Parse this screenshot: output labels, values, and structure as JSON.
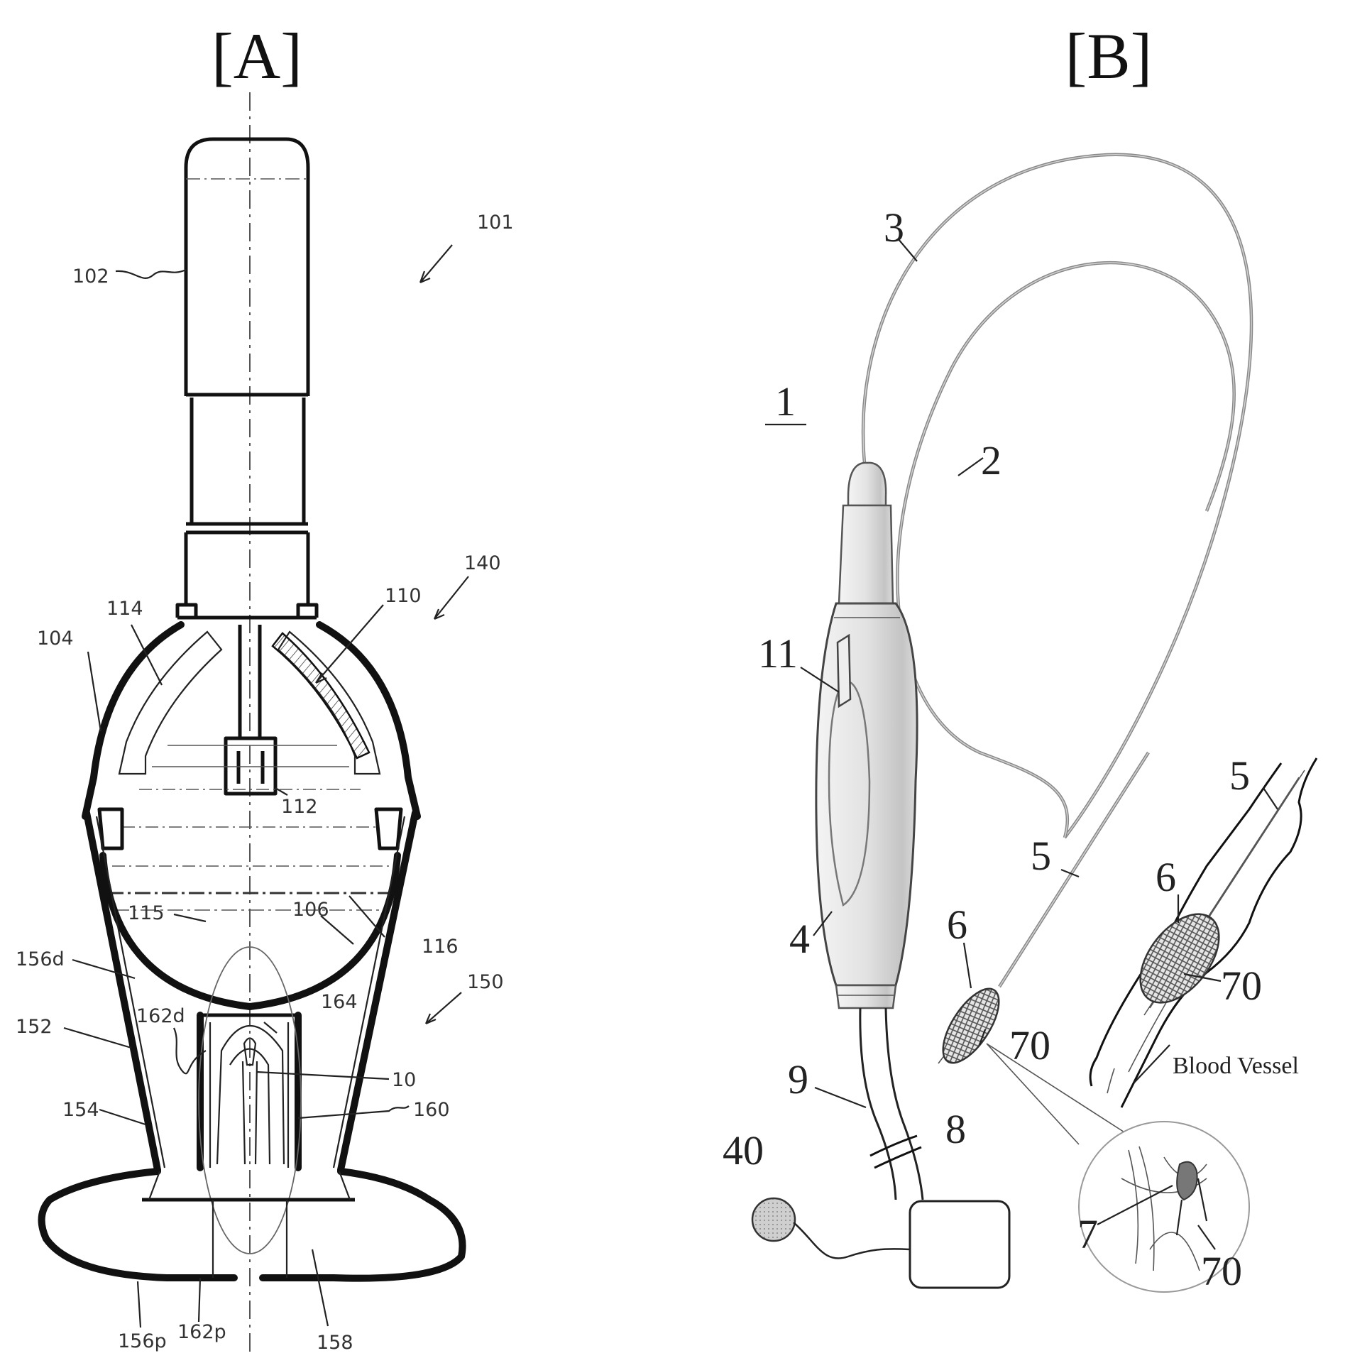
{
  "panels": {
    "a": {
      "label": "[A]"
    },
    "b": {
      "label": "[B]"
    }
  },
  "refs_a": {
    "r101": "101",
    "r102": "102",
    "r104": "104",
    "r140": "140",
    "r110": "110",
    "r114": "114",
    "r112": "112",
    "r115": "115",
    "r106": "106",
    "r116": "116",
    "r156d": "156d",
    "r150": "150",
    "r162d": "162d",
    "r164": "164",
    "r152": "152",
    "r10": "10",
    "r154": "154",
    "r160": "160",
    "r156p": "156p",
    "r162p": "162p",
    "r158": "158"
  },
  "refs_b": {
    "r1": "1",
    "r3": "3",
    "r2": "2",
    "r11": "11",
    "r4": "4",
    "r5a": "5",
    "r5b": "5",
    "r6a": "6",
    "r6b": "6",
    "r70a": "70",
    "r70b": "70",
    "r70c": "70",
    "r9": "9",
    "r8": "8",
    "r40": "40",
    "r7": "7",
    "vessel": "Blood Vessel"
  },
  "colors": {
    "ink": "#111111",
    "wire": "#888888",
    "sensor_fill": "#c9c9c9"
  }
}
